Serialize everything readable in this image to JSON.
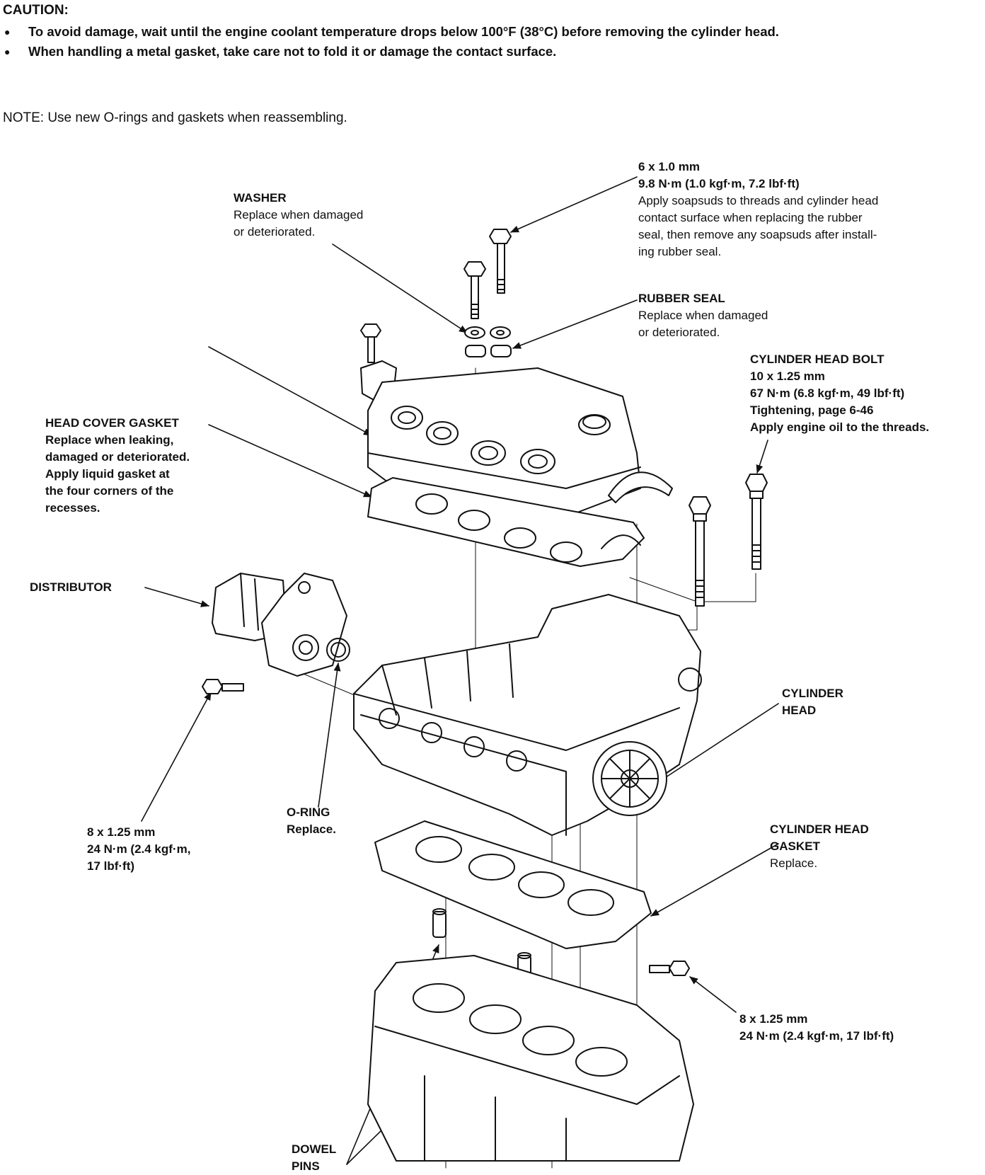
{
  "caution": {
    "title": "CAUTION:",
    "items": [
      "To avoid damage, wait until the engine coolant temperature drops below 100°F (38°C) before removing the cylinder head.",
      "When handling a metal gasket, take care not to fold it or damage the contact surface."
    ]
  },
  "note": "NOTE:  Use new O-rings and gaskets when reassembling.",
  "labels": {
    "washer": {
      "title": "WASHER",
      "lines": [
        "Replace when damaged",
        "or deteriorated."
      ]
    },
    "bolt_6": {
      "bold": [
        "6 x 1.0 mm",
        "9.8 N·m (1.0 kgf·m, 7.2 lbf·ft)"
      ],
      "lines": [
        "Apply soapsuds to threads and cylinder head",
        "contact surface when replacing the rubber",
        "seal, then remove any soapsuds after install-",
        "ing rubber seal."
      ]
    },
    "rubber_seal": {
      "title": "RUBBER SEAL",
      "lines": [
        "Replace when damaged",
        "or deteriorated."
      ]
    },
    "head_bolt": {
      "title": "CYLINDER HEAD BOLT",
      "bold": [
        "10 x 1.25 mm",
        "67 N·m (6.8 kgf·m, 49 lbf·ft)",
        "Tightening, page 6-46",
        "Apply engine oil to the threads."
      ]
    },
    "head_cover_gasket": {
      "title": "HEAD COVER GASKET",
      "bold": [
        "Replace when leaking,",
        "damaged or deteriorated.",
        "Apply liquid gasket at",
        "the four corners of the",
        "recesses."
      ]
    },
    "distributor": {
      "title": "DISTRIBUTOR"
    },
    "cylinder_head": {
      "title": [
        "CYLINDER",
        "HEAD"
      ]
    },
    "oring": {
      "title": "O-RING",
      "bold": [
        "Replace."
      ]
    },
    "bolt_8_left": {
      "bold": [
        "8 x 1.25 mm",
        "24 N·m (2.4 kgf·m,",
        "17 lbf·ft)"
      ]
    },
    "head_gasket": {
      "title": [
        "CYLINDER HEAD",
        "GASKET"
      ],
      "lines": [
        "Replace."
      ]
    },
    "bolt_8_right": {
      "bold": [
        "8 x 1.25 mm",
        "24 N·m (2.4 kgf·m, 17 lbf·ft)"
      ]
    },
    "dowel_pins": {
      "title": [
        "DOWEL",
        "PINS"
      ]
    }
  }
}
